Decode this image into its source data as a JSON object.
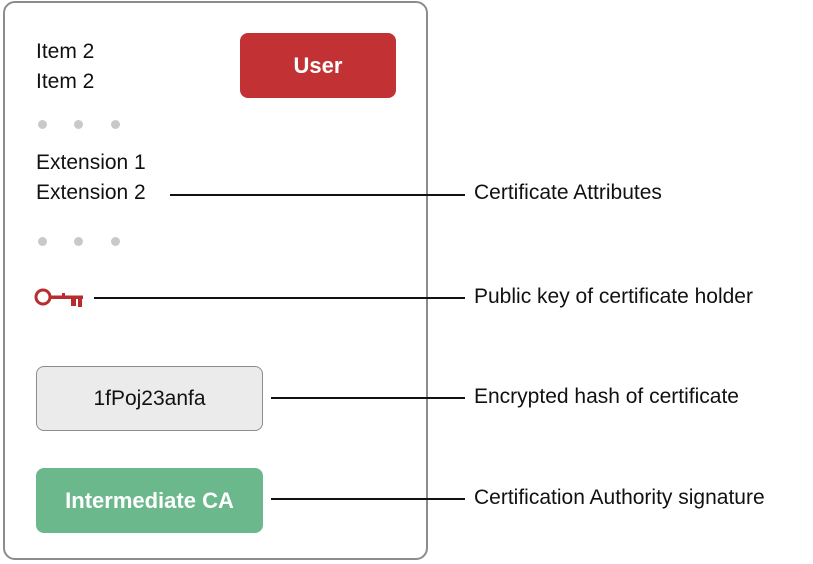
{
  "certificate": {
    "items": [
      "Item 2",
      "Item 2"
    ],
    "user_label": "User",
    "extensions": [
      "Extension 1",
      "Extension 2"
    ],
    "key_icon": "key-icon",
    "hash_value": "1fPoj23anfa",
    "ca_label": "Intermediate CA"
  },
  "callouts": {
    "attributes": "Certificate Attributes",
    "public_key": "Public key of certificate holder",
    "hash": "Encrypted hash of certificate",
    "signature": "Certification Authority signature"
  },
  "colors": {
    "user_red": "#c23234",
    "ca_green": "#6bb88c",
    "hash_gray": "#ebebeb",
    "border_gray": "#8c8c8c",
    "key_red": "#b82c2f"
  }
}
